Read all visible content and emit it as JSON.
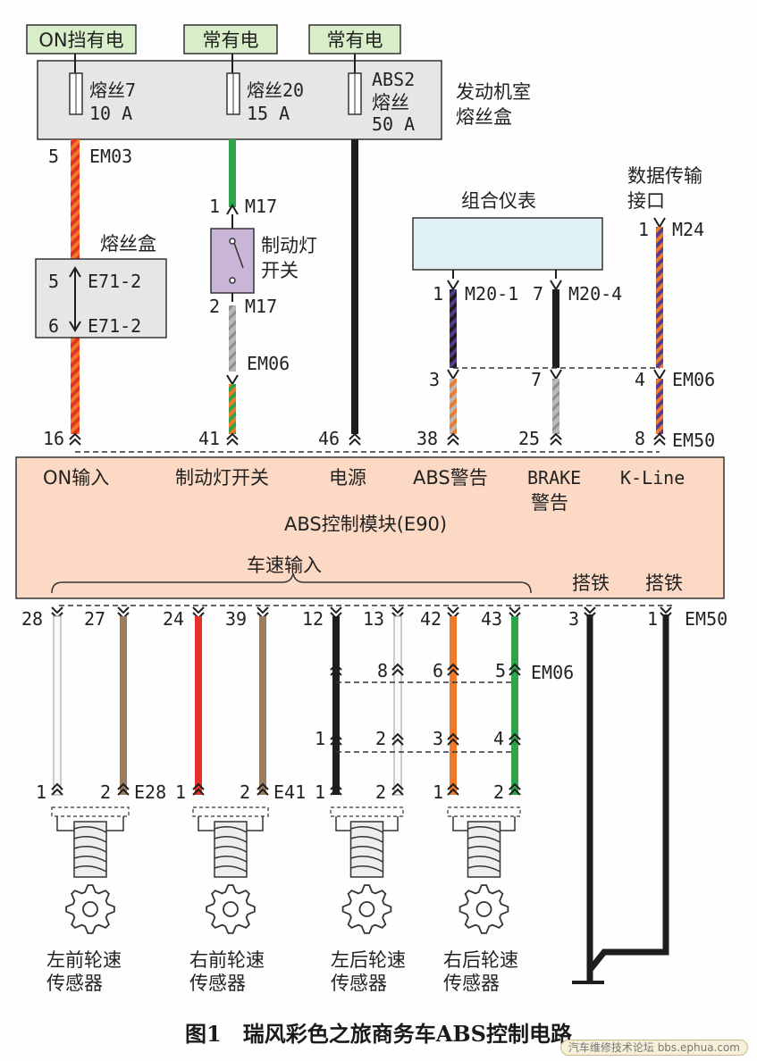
{
  "title": "图1　瑞风彩色之旅商务车ABS控制电路",
  "watermark": "汽车维修技术论坛 bbs.ephua.com",
  "power_labels": [
    "ON挡有电",
    "常有电",
    "常有电"
  ],
  "engine_fuse_box": {
    "label_line1": "发动机室",
    "label_line2": "熔丝盒",
    "fuses": [
      {
        "name_line1": "熔丝7",
        "name_line2": "10 A"
      },
      {
        "name_line1": "熔丝20",
        "name_line2": "15 A"
      },
      {
        "name_line1": "ABS2",
        "name_line2": "熔丝",
        "name_line3": "50 A"
      }
    ]
  },
  "connectors": {
    "em03_pin": "5",
    "em03": "EM03",
    "m17_pin1": "1",
    "m17_a": "M17",
    "m17_pin2": "2",
    "m17_b": "M17",
    "em06_a": "EM06",
    "e71_pin5": "5",
    "e71_a": "E71-2",
    "e71_pin6": "6",
    "e71_b": "E71-2",
    "m24_pin": "1",
    "m24": "M24",
    "m20_1_pin": "1",
    "m20_1": "M20-1",
    "m20_4_pin": "7",
    "m20_4": "M20-4",
    "em06_pin3": "3",
    "em06_pin7": "7",
    "em06_pin4": "4",
    "em06_b": "EM06",
    "em50_top": "EM50",
    "em50_bottom": "EM50",
    "em06_lower": "EM06",
    "e28": "E28",
    "e41": "E41"
  },
  "fuse_box_small": "熔丝盒",
  "brake_switch_line1": "制动灯",
  "brake_switch_line2": "开关",
  "cluster": "组合仪表",
  "dlc_line1": "数据传输",
  "dlc_line2": "接口",
  "module": {
    "name": "ABS控制模块(E90)",
    "top_pins": [
      "16",
      "41",
      "46",
      "38",
      "25",
      "8"
    ],
    "top_labels": [
      "ON输入",
      "制动灯开关",
      "电源",
      "ABS警告",
      "BRAKE",
      "K-Line"
    ],
    "brake_sub": "警告",
    "speed_input": "车速输入",
    "ground_labels": [
      "搭铁",
      "搭铁"
    ],
    "bottom_pins": [
      "28",
      "27",
      "24",
      "39",
      "12",
      "13",
      "42",
      "43",
      "3",
      "1"
    ]
  },
  "mid_pins": {
    "row1": [
      "8",
      "6",
      "5"
    ],
    "row2": [
      "1",
      "2",
      "3",
      "4"
    ]
  },
  "sensor_pins": [
    "1",
    "2",
    "1",
    "2",
    "1",
    "2",
    "1",
    "2"
  ],
  "sensors": [
    {
      "line1": "左前轮速",
      "line2": "传感器"
    },
    {
      "line1": "右前轮速",
      "line2": "传感器"
    },
    {
      "line1": "左后轮速",
      "line2": "传感器"
    },
    {
      "line1": "右后轮速",
      "line2": "传感器"
    }
  ],
  "colors": {
    "orange": "#f07a2a",
    "red": "#e4322b",
    "green": "#2fa54a",
    "black": "#1e1e1e",
    "purple": "#553a8f",
    "gray": "#b9b9b9",
    "tan": "#9a7d5e",
    "module_fill": "#fbd9c4",
    "box_fill": "#e6e6e6",
    "cluster_fill": "#dff1f5",
    "label_fill": "#d8eec8"
  }
}
